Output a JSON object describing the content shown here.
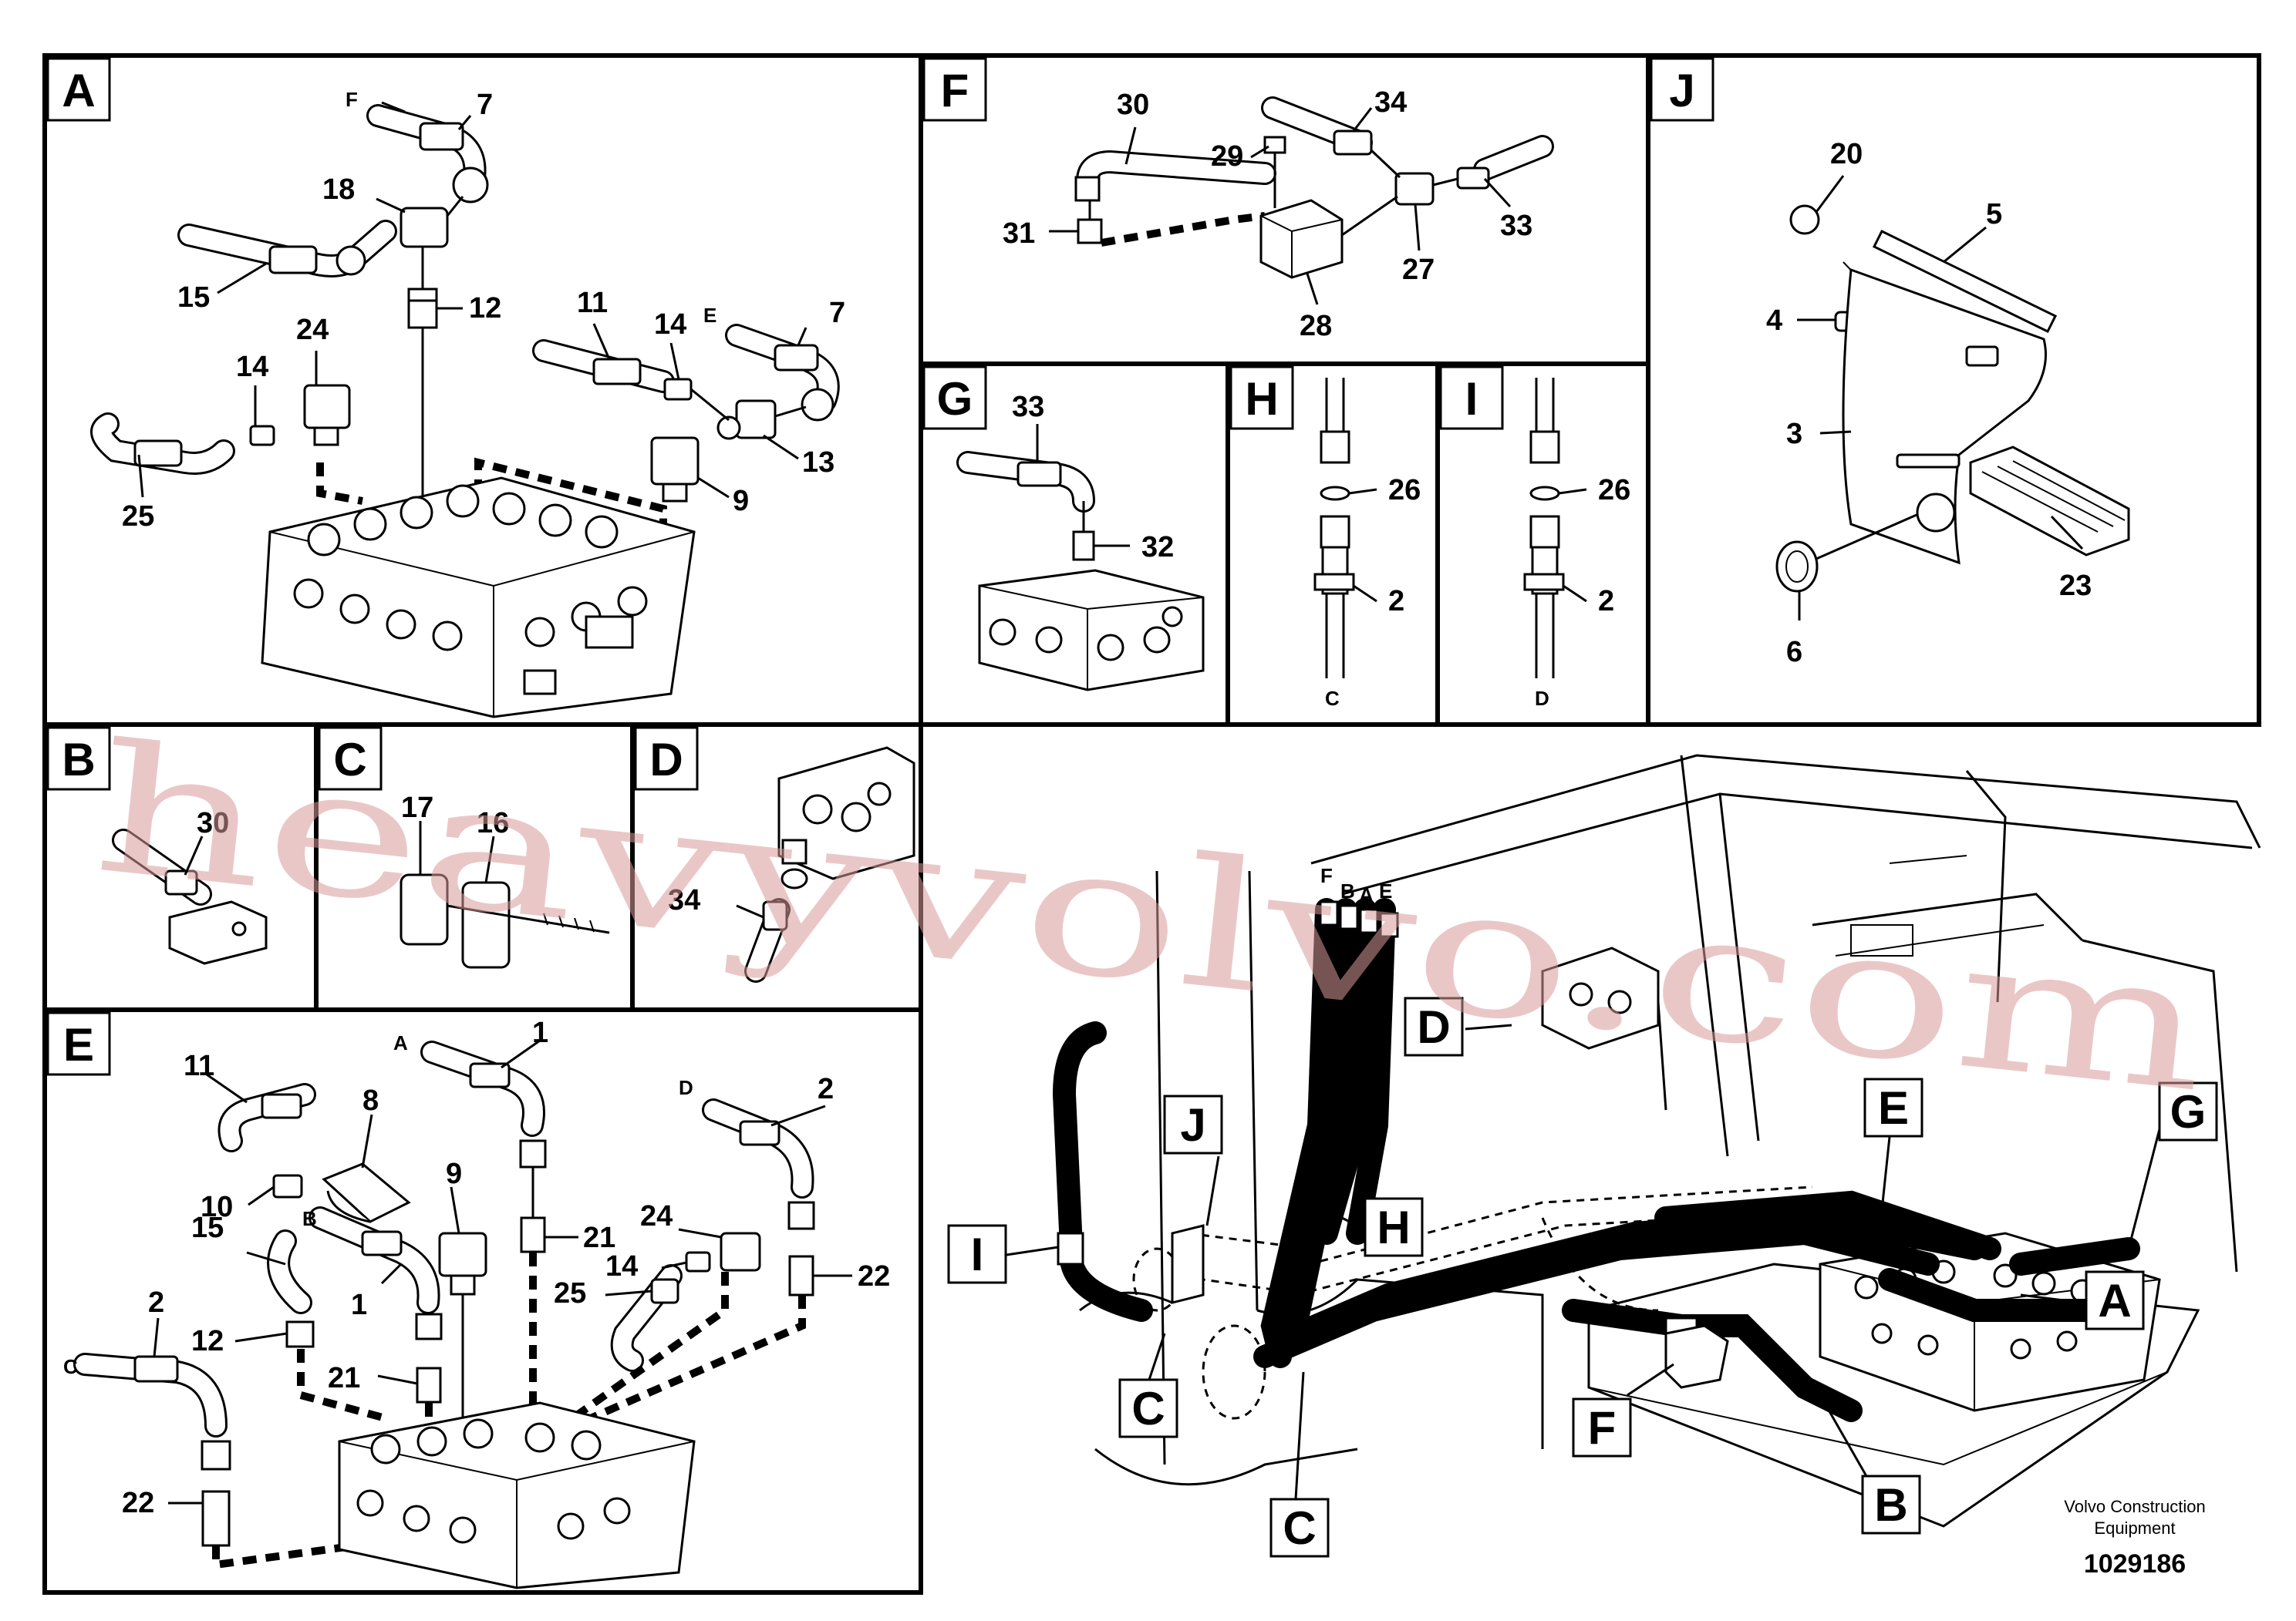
{
  "panels": [
    {
      "id": "A",
      "labels": [
        "F",
        "7",
        "18",
        "15",
        "12",
        "24",
        "14",
        "11",
        "14",
        "E",
        "7",
        "13",
        "9",
        "25"
      ]
    },
    {
      "id": "F",
      "labels": [
        "30",
        "34",
        "29",
        "31",
        "33",
        "27",
        "28"
      ]
    },
    {
      "id": "J",
      "labels": [
        "20",
        "5",
        "4",
        "3",
        "23",
        "6"
      ]
    },
    {
      "id": "G",
      "labels": [
        "33",
        "32"
      ]
    },
    {
      "id": "H",
      "labels": [
        "26",
        "2",
        "C"
      ]
    },
    {
      "id": "I",
      "labels": [
        "26",
        "2",
        "D"
      ]
    },
    {
      "id": "B",
      "labels": [
        "30"
      ]
    },
    {
      "id": "C",
      "labels": [
        "17",
        "16"
      ]
    },
    {
      "id": "D",
      "labels": [
        "34"
      ]
    },
    {
      "id": "E",
      "labels": [
        "11",
        "A",
        "1",
        "8",
        "9",
        "D",
        "2",
        "10",
        "B",
        "21",
        "24",
        "15",
        "14",
        "1",
        "25",
        "22",
        "2",
        "12",
        "21",
        "C",
        "22"
      ]
    }
  ],
  "overview": {
    "hose_tags": [
      "F",
      "B",
      "A",
      "E"
    ],
    "callouts": [
      "D",
      "J",
      "I",
      "H",
      "E",
      "G",
      "A",
      "C",
      "F",
      "C",
      "B"
    ]
  },
  "footer": {
    "company_line1": "Volvo Construction",
    "company_line2": "Equipment",
    "drawing_number": "1029186"
  },
  "watermark": "heavyvolvo.com"
}
